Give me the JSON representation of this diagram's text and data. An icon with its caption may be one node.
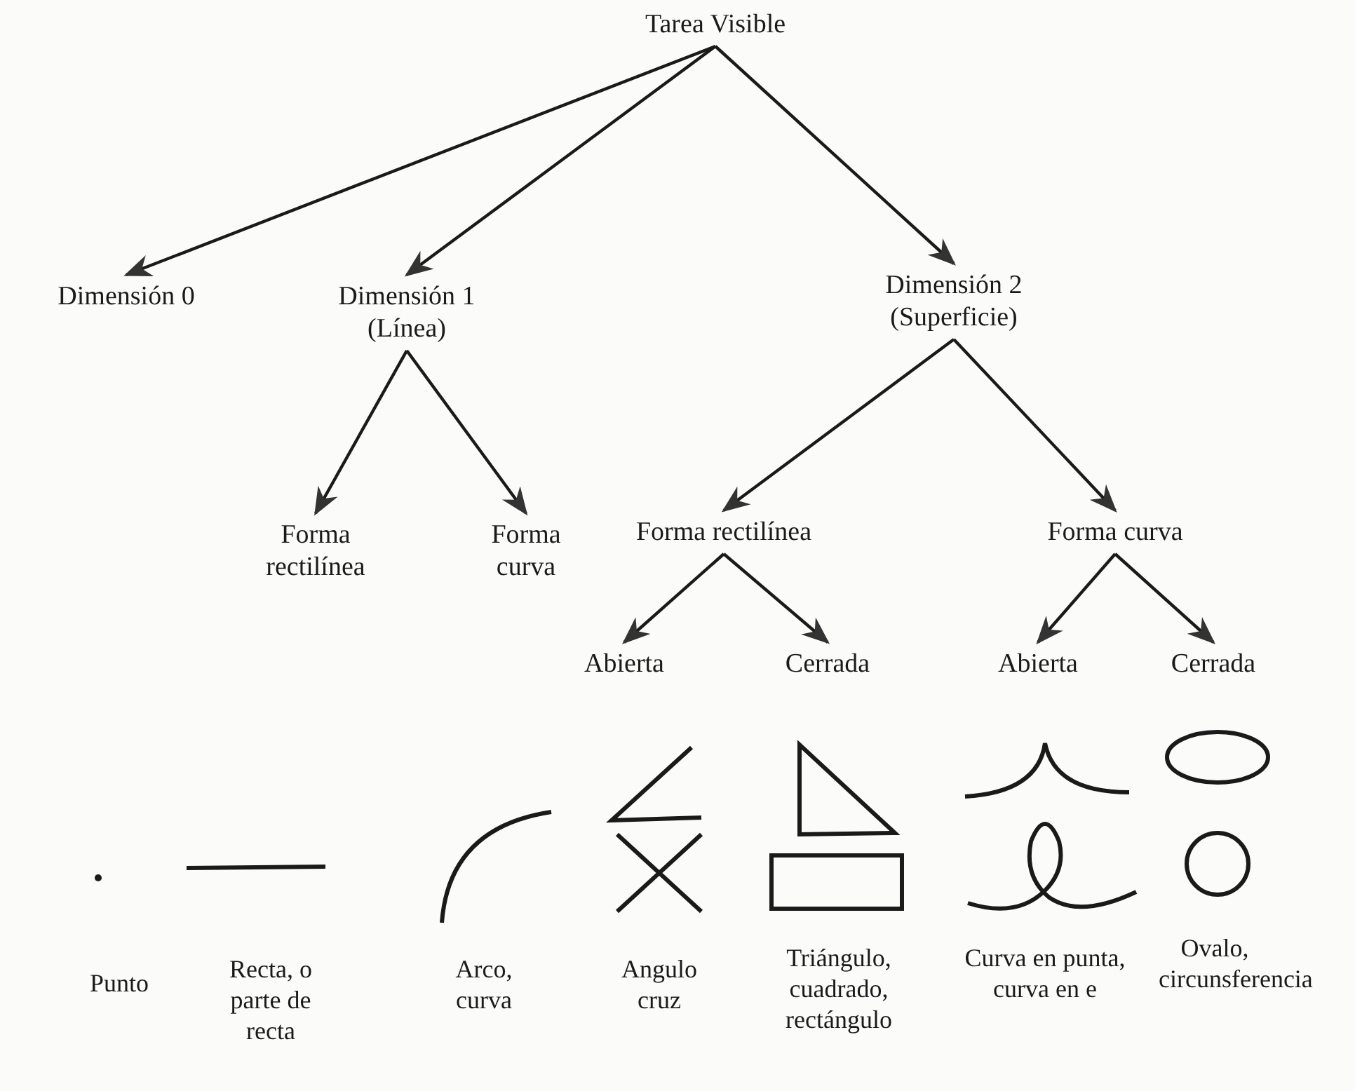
{
  "diagram": {
    "nodes": [
      {
        "text": [
          "Tarea Visible"
        ]
      },
      {
        "text": [
          "Dimensión 0"
        ]
      },
      {
        "text": [
          "Dimensión 1 (Línea)"
        ]
      },
      {
        "text": [
          "Dimensión 2 (Superficie)"
        ]
      },
      {
        "text": [
          "Forma rectilínea"
        ]
      },
      {
        "text": [
          "Forma curva"
        ]
      },
      {
        "text": [
          "Forma rectilínea"
        ]
      },
      {
        "text": [
          "Forma curva"
        ]
      },
      {
        "text": [
          "Abierta"
        ]
      },
      {
        "text": [
          "Cerrada"
        ]
      },
      {
        "text": [
          "Abierta"
        ]
      },
      {
        "text": [
          "Cerrada"
        ]
      }
    ],
    "edges": [
      {
        "from": 0,
        "to": 1,
        "arrow": "to"
      },
      {
        "from": 0,
        "to": 2,
        "arrow": "to"
      },
      {
        "from": 0,
        "to": 3,
        "arrow": "to"
      },
      {
        "from": 2,
        "to": 4,
        "arrow": "to"
      },
      {
        "from": 2,
        "to": 5,
        "arrow": "to"
      },
      {
        "from": 3,
        "to": 6,
        "arrow": "to"
      },
      {
        "from": 3,
        "to": 7,
        "arrow": "to"
      },
      {
        "from": 6,
        "to": 8,
        "arrow": "to"
      },
      {
        "from": 6,
        "to": 9,
        "arrow": "to"
      },
      {
        "from": 7,
        "to": 10,
        "arrow": "to"
      },
      {
        "from": 7,
        "to": 11,
        "arrow": "to"
      }
    ],
    "labels": [
      "Punto",
      "Recta, o parte de recta",
      "Arco, curva",
      "Angulo cruz",
      "Triángulo, cuadrado, rectángulo",
      "Curva en punta, curva en e",
      "Ovalo, circunsferencia"
    ]
  }
}
